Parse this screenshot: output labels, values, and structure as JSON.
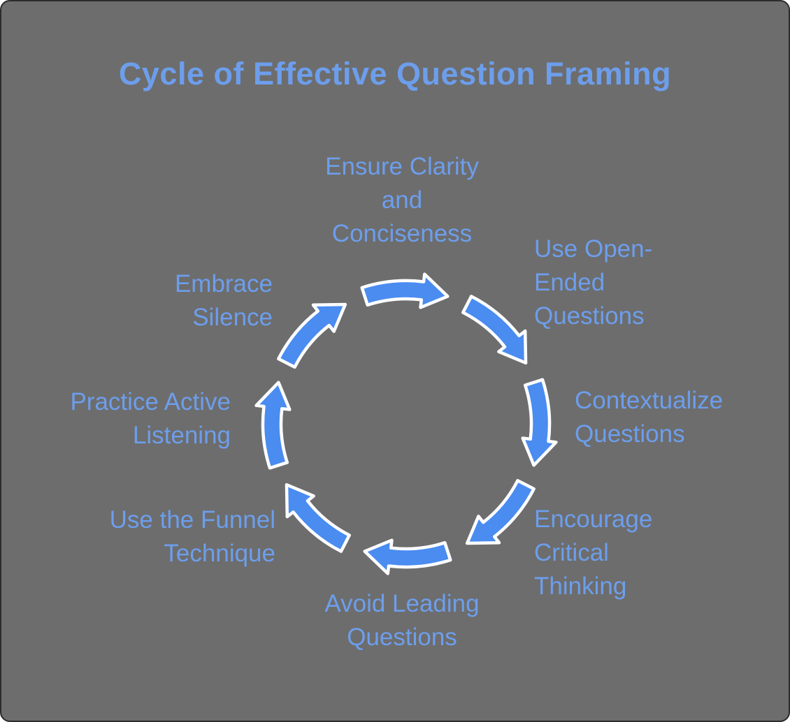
{
  "diagram_type": "cycle",
  "direction": "clockwise",
  "arrow_count": 8,
  "title": "Cycle of Effective Question Framing",
  "steps": [
    {
      "id": "ensure-clarity-and-conciseness",
      "lines": [
        "Ensure Clarity",
        "and",
        "Conciseness"
      ]
    },
    {
      "id": "use-open-ended-questions",
      "lines": [
        "Use Open-",
        "Ended",
        "Questions"
      ]
    },
    {
      "id": "contextualize-questions",
      "lines": [
        "Contextualize",
        "Questions"
      ]
    },
    {
      "id": "encourage-critical-thinking",
      "lines": [
        "Encourage",
        "Critical",
        "Thinking"
      ]
    },
    {
      "id": "avoid-leading-questions",
      "lines": [
        "Avoid Leading",
        "Questions"
      ]
    },
    {
      "id": "use-the-funnel-technique",
      "lines": [
        "Use the Funnel",
        "Technique"
      ]
    },
    {
      "id": "practice-active-listening",
      "lines": [
        "Practice Active",
        "Listening"
      ]
    },
    {
      "id": "embrace-silence",
      "lines": [
        "Embrace",
        "Silence"
      ]
    }
  ],
  "icons": [
    {
      "name": "cycle-arrow-icon",
      "description": "curved clockwise arrow segment"
    }
  ],
  "colors": {
    "background": "#6D6D6D",
    "text": "#6D9EEC",
    "arrow_fill": "#4A8CF0",
    "arrow_outline": "#FFFFFF",
    "border": "#2B2B2B"
  }
}
